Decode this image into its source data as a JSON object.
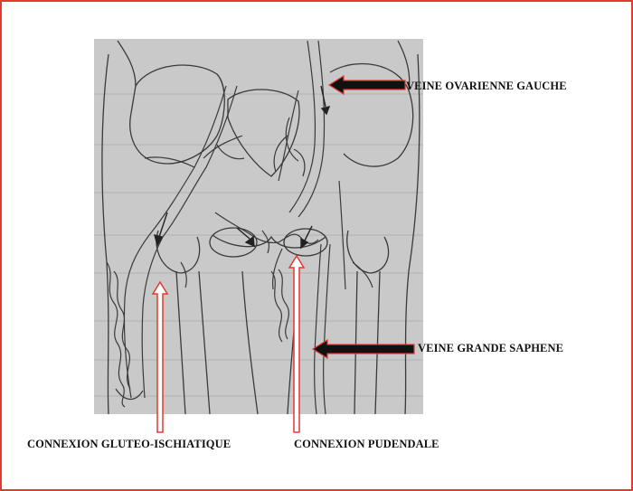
{
  "labels": {
    "ovarian_vein": "VEINE OVARIENNE GAUCHE",
    "great_saphenous": "VEINE GRANDE SAPHENE",
    "gluteo_ischiatic": "CONNEXION GLUTEO-ISCHIATIQUE",
    "pudendal": "CONNEXION PUDENDALE"
  },
  "colors": {
    "frame_border": "#e03a32",
    "panel_background": "#c9c9c9",
    "line_art": "#3a3a3a",
    "solid_arrow_fill": "#111111",
    "solid_arrow_outline": "#e03a32",
    "hollow_arrow_outline": "#e03a32",
    "hollow_arrow_fill": "#ffffff"
  },
  "icons": {
    "ovarian_pointer": "solid-left-arrow",
    "saphenous_pointer": "solid-left-arrow",
    "gluteo_pointer": "hollow-up-arrow",
    "pudendal_pointer": "hollow-up-arrow"
  }
}
